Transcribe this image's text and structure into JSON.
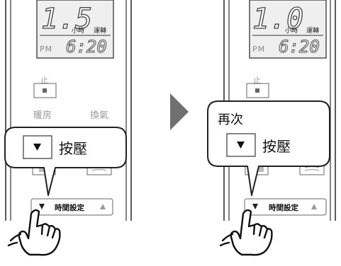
{
  "panels": [
    {
      "display": {
        "hours": "1.5",
        "unit": "小時",
        "mode": "運轉",
        "ampm": "PM",
        "time": "6:20"
      },
      "stop_label": "止",
      "left_label": "暖房",
      "right_label": "換氣",
      "bubble": {
        "title": "",
        "instruction": "按壓"
      },
      "time_setting": "時間設定"
    },
    {
      "display": {
        "hours": "1.0",
        "unit": "小時",
        "mode": "運轉",
        "ampm": "PM",
        "time": "6:20"
      },
      "stop_label": "止",
      "bubble": {
        "title": "再次",
        "instruction": "按壓"
      },
      "time_setting": "時間設定"
    }
  ],
  "icons": {
    "down": "down-triangle-icon",
    "up": "up-triangle-icon",
    "stop": "stop-square-icon",
    "arrow": "next-step-arrow-icon",
    "hand": "pointing-hand-icon"
  },
  "colors": {
    "outline": "#333333",
    "display_bg": "#efefef",
    "arrow": "#707070",
    "label": "#999999"
  }
}
